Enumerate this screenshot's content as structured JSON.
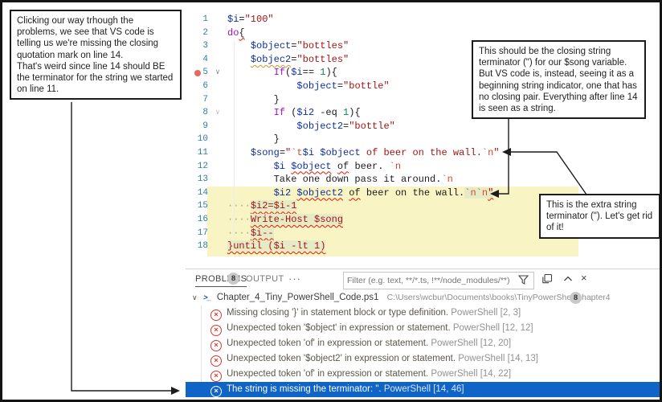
{
  "callouts": {
    "left": {
      "p1": "Clicking our way trhough the problems, we see that VS code is telling us we're missing the closing quotation mark on line 14.",
      "p2": "That's weird since line 14 should BE the terminator for the string we started on line 11."
    },
    "right": {
      "p1": "This should be the closing string terminator (\") for our $song variable.  But VS code is, instead, seeing it as a beginning string indicator, one that has no closing pair.  Everything after line 14 is seen as a string."
    },
    "extra": {
      "p1": "This is the extra string terminator (\").  Let's get rid of it!"
    }
  },
  "icons": {
    "chevron_down": "∨",
    "chevron_up": "∧",
    "close": "×",
    "error_x": "×",
    "more": "···",
    "powershell": ">_"
  },
  "colors": {
    "selection_blue": "#0f64c8",
    "error_red": "#e51400",
    "warning_yellow": "#c8971e",
    "string_region_yellow": "#f9f4c4",
    "string_token_green": "#e6ebc6",
    "breakpoint_red": "#e8695b"
  },
  "editor": {
    "lines": [
      {
        "n": 1,
        "ind": 0,
        "tokens": [
          {
            "t": "$i",
            "c": "var"
          },
          {
            "t": "=",
            "c": "plain"
          },
          {
            "t": "\"100\"",
            "c": "str"
          }
        ]
      },
      {
        "n": 2,
        "ind": 0,
        "tokens": [
          {
            "t": "do",
            "c": "kw"
          },
          {
            "t": "{",
            "c": "plain",
            "sq": "red"
          }
        ]
      },
      {
        "n": 3,
        "ind": 4,
        "tokens": [
          {
            "t": "$object",
            "c": "var"
          },
          {
            "t": "=",
            "c": "plain"
          },
          {
            "t": "\"bottles\"",
            "c": "str"
          }
        ]
      },
      {
        "n": 4,
        "ind": 4,
        "tokens": [
          {
            "t": "$objec2",
            "c": "var",
            "sq": "yellow"
          },
          {
            "t": "=",
            "c": "plain"
          },
          {
            "t": "\"bottles\"",
            "c": "str"
          }
        ]
      },
      {
        "n": 5,
        "ind": 8,
        "bp": true,
        "fold": "dark",
        "tokens": [
          {
            "t": "If",
            "c": "kw"
          },
          {
            "t": "(",
            "c": "plain"
          },
          {
            "t": "$i",
            "c": "var"
          },
          {
            "t": "== ",
            "c": "plain"
          },
          {
            "t": "1",
            "c": "num"
          },
          {
            "t": "){",
            "c": "plain"
          }
        ]
      },
      {
        "n": 6,
        "ind": 12,
        "tokens": [
          {
            "t": "$object",
            "c": "var"
          },
          {
            "t": "=",
            "c": "plain"
          },
          {
            "t": "\"bottle\"",
            "c": "str"
          }
        ]
      },
      {
        "n": 7,
        "ind": 8,
        "tokens": [
          {
            "t": "}",
            "c": "plain"
          }
        ]
      },
      {
        "n": 8,
        "ind": 8,
        "fold": "light",
        "tokens": [
          {
            "t": "If",
            "c": "kw"
          },
          {
            "t": " (",
            "c": "plain"
          },
          {
            "t": "$i2",
            "c": "var"
          },
          {
            "t": " -eq ",
            "c": "plain"
          },
          {
            "t": "1",
            "c": "num"
          },
          {
            "t": "){",
            "c": "plain"
          }
        ]
      },
      {
        "n": 9,
        "ind": 12,
        "tokens": [
          {
            "t": "$object2",
            "c": "var"
          },
          {
            "t": "=",
            "c": "plain"
          },
          {
            "t": "\"bottle\"",
            "c": "str"
          }
        ]
      },
      {
        "n": 10,
        "ind": 8,
        "tokens": [
          {
            "t": "}",
            "c": "plain"
          }
        ]
      },
      {
        "n": 11,
        "ind": 4,
        "tokens": [
          {
            "t": "$song",
            "c": "var"
          },
          {
            "t": "=",
            "c": "plain"
          },
          {
            "t": "\"",
            "c": "str"
          },
          {
            "t": "`t",
            "c": "esc"
          },
          {
            "t": "$i",
            "c": "var"
          },
          {
            "t": " ",
            "c": "str"
          },
          {
            "t": "$object",
            "c": "var"
          },
          {
            "t": " of beer on the wall.",
            "c": "str"
          },
          {
            "t": "`n",
            "c": "esc"
          },
          {
            "t": "\"",
            "c": "str"
          }
        ]
      },
      {
        "n": 12,
        "ind": 8,
        "tokens": [
          {
            "t": "$i",
            "c": "var"
          },
          {
            "t": " ",
            "c": "plain"
          },
          {
            "t": "$object",
            "c": "var",
            "sq": "red"
          },
          {
            "t": " ",
            "c": "plain"
          },
          {
            "t": "of",
            "c": "plain",
            "sq": "red"
          },
          {
            "t": " beer. ",
            "c": "plain"
          },
          {
            "t": "`n",
            "c": "esc"
          }
        ]
      },
      {
        "n": 13,
        "ind": 8,
        "tokens": [
          {
            "t": "Take one down pass it around.",
            "c": "plain"
          },
          {
            "t": "`n",
            "c": "esc"
          }
        ]
      },
      {
        "n": 14,
        "ind": 8,
        "tokens": [
          {
            "t": "$i2",
            "c": "var"
          },
          {
            "t": " ",
            "c": "plain"
          },
          {
            "t": "$object2",
            "c": "var",
            "sq": "red"
          },
          {
            "t": " ",
            "c": "plain"
          },
          {
            "t": "of",
            "c": "plain",
            "sq": "red"
          },
          {
            "t": " beer on the wall.",
            "c": "plain"
          },
          {
            "t": "`n`n",
            "c": "esc",
            "hl": true
          },
          {
            "t": "\"",
            "c": "str",
            "sq": "red",
            "hl": true
          }
        ]
      },
      {
        "n": 15,
        "ind": 0,
        "tokens": [
          {
            "t": "····",
            "c": "dots"
          },
          {
            "t": "$i2=$i-1",
            "c": "strbody",
            "sq": "red",
            "hl": true
          }
        ]
      },
      {
        "n": 16,
        "ind": 0,
        "tokens": [
          {
            "t": "····",
            "c": "dots"
          },
          {
            "t": "Write-Host $song",
            "c": "strbody",
            "sq": "red",
            "hl": true
          }
        ]
      },
      {
        "n": 17,
        "ind": 0,
        "tokens": [
          {
            "t": "····",
            "c": "dots"
          },
          {
            "t": "$i--",
            "c": "strbody",
            "sq": "red",
            "hl": true
          }
        ]
      },
      {
        "n": 18,
        "ind": 0,
        "tokens": [
          {
            "t": "}until ($i -lt 1)",
            "c": "strbody",
            "sq": "red",
            "hl": true
          }
        ]
      }
    ]
  },
  "problems": {
    "tab_problems": "PROBLEMS",
    "tab_output": "OUTPUT",
    "problems_count": "8",
    "filter_placeholder": "Filter (e.g. text, **/*.ts, !**/node_modules/**)",
    "file": {
      "name": "Chapter_4_Tiny_PowerShell_Code.ps1",
      "path": "C:\\Users\\wcbur\\Documents\\books\\TinyPowerShell\\chapter4",
      "count": "8"
    },
    "rows": [
      {
        "text": "Missing closing '}' in statement block or type definition.",
        "source": "PowerShell",
        "pos": "[2, 3]",
        "selected": false
      },
      {
        "text": "Unexpected token '$object' in expression or statement.",
        "source": "PowerShell",
        "pos": "[12, 12]",
        "selected": false
      },
      {
        "text": "Unexpected token 'of' in expression or statement.",
        "source": "PowerShell",
        "pos": "[12, 20]",
        "selected": false
      },
      {
        "text": "Unexpected token '$object2' in expression or statement.",
        "source": "PowerShell",
        "pos": "[14, 13]",
        "selected": false
      },
      {
        "text": "Unexpected token 'of' in expression or statement.",
        "source": "PowerShell",
        "pos": "[14, 22]",
        "selected": false
      },
      {
        "text": "The string is missing the terminator: \".",
        "source": "PowerShell",
        "pos": "[14, 46]",
        "selected": true
      }
    ]
  }
}
